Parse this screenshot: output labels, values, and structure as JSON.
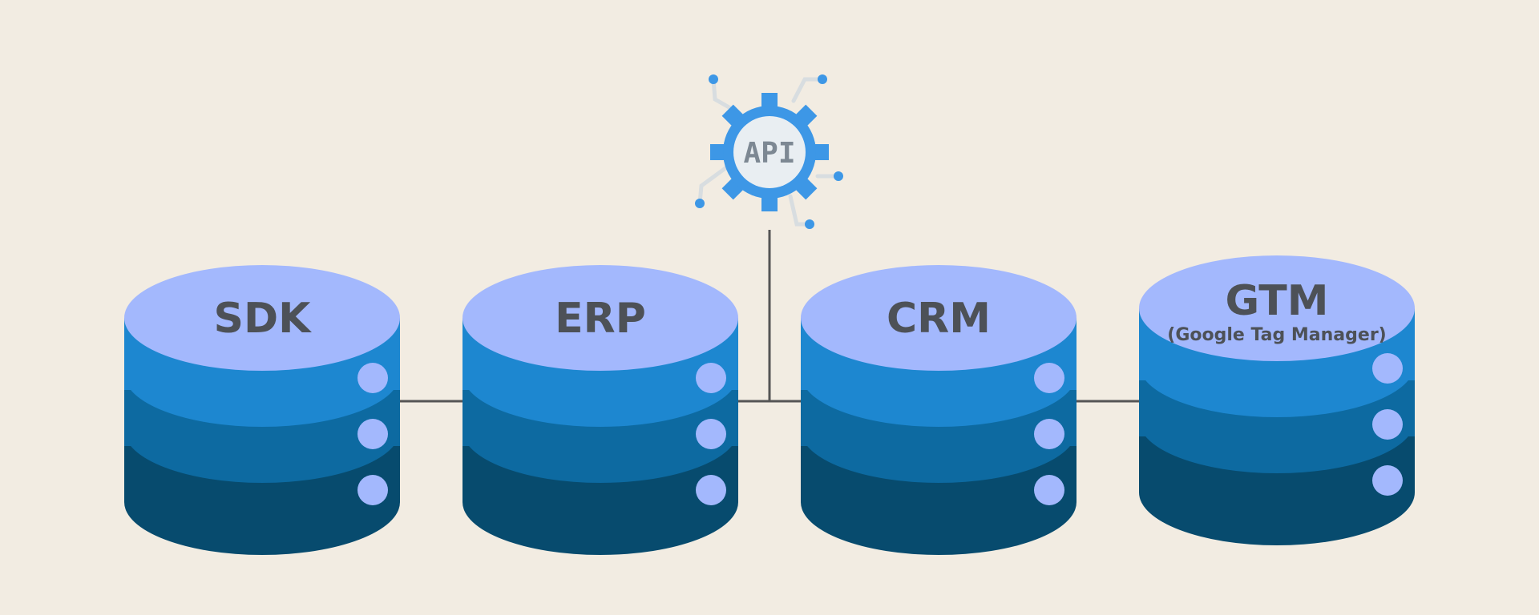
{
  "diagram": {
    "api_label": "API",
    "databases": [
      {
        "title": "SDK",
        "subtitle": ""
      },
      {
        "title": "ERP",
        "subtitle": ""
      },
      {
        "title": "CRM",
        "subtitle": ""
      },
      {
        "title": "GTM",
        "subtitle": "(Google Tag Manager)"
      }
    ]
  },
  "colors": {
    "background": "#f2ece2",
    "cylinder_top": "#a3b8fd",
    "layer_1": "#1d87d0",
    "layer_2": "#0d6aa1",
    "layer_3": "#074b6e",
    "indicator": "#a3b8fd",
    "connector": "#555555",
    "api_gear": "#3d97e6",
    "api_circuit": "#d8dde0",
    "text": "#4d5157"
  },
  "icons": {
    "api": "api-gear-icon",
    "database": "database-cylinder-icon"
  }
}
